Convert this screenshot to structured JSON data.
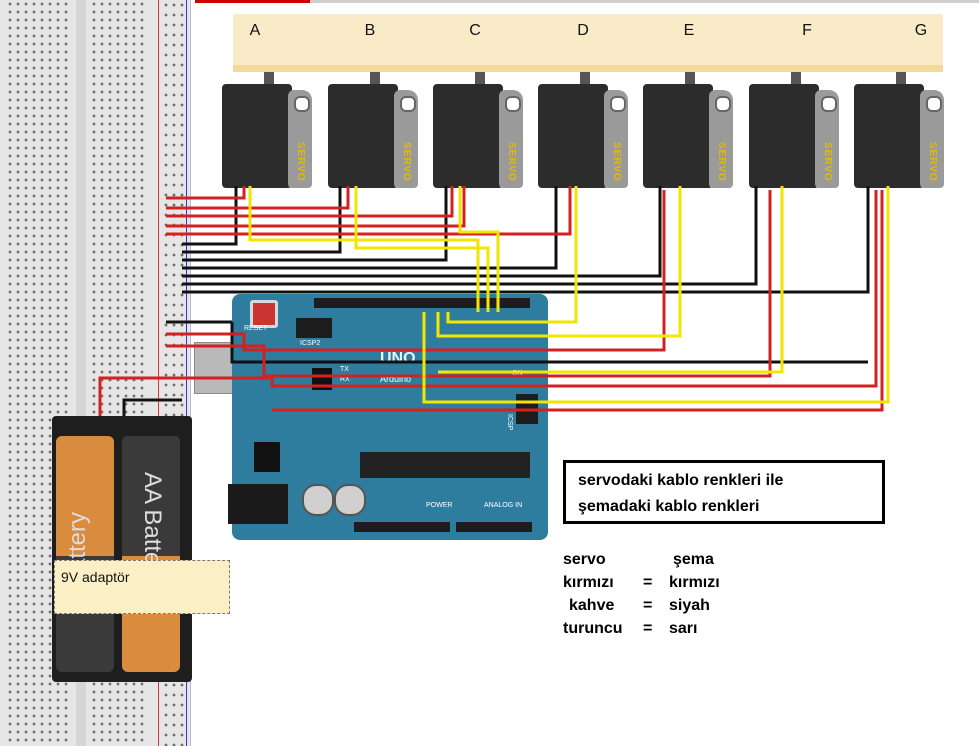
{
  "servo_labels": [
    "A",
    "B",
    "C",
    "D",
    "E",
    "F",
    "G"
  ],
  "servo_device_label": "SERVO",
  "board": {
    "reset": "RESET",
    "icsp2": "ICSP2",
    "icsp": "ICSP",
    "logo": "UNO",
    "tx": "TX",
    "rx": "RX",
    "on": "ON",
    "arduino": "Arduino",
    "power_header": "POWER",
    "analog_header": "ANALOG IN"
  },
  "battery": {
    "brand": "AA Battery",
    "brand_partial": "Battery"
  },
  "note": "9V adaptör",
  "legend": {
    "line1": "servodaki kablo renkleri ile",
    "line2": "şemadaki kablo renkleri"
  },
  "mapping": {
    "header_left": "servo",
    "header_right": "şema",
    "rows": [
      {
        "left": "kırmızı",
        "eq": "=",
        "right": "kırmızı"
      },
      {
        "left": "kahve",
        "eq": "=",
        "right": "siyah"
      },
      {
        "left": "turuncu",
        "eq": "=",
        "right": "sarı"
      }
    ]
  },
  "colors": {
    "wire_red": "#d32020",
    "wire_black": "#111111",
    "wire_yellow": "#f2e600",
    "board": "#2e7d9e",
    "servo_body": "#2c2c2c",
    "servo_label": "#e8b800"
  }
}
